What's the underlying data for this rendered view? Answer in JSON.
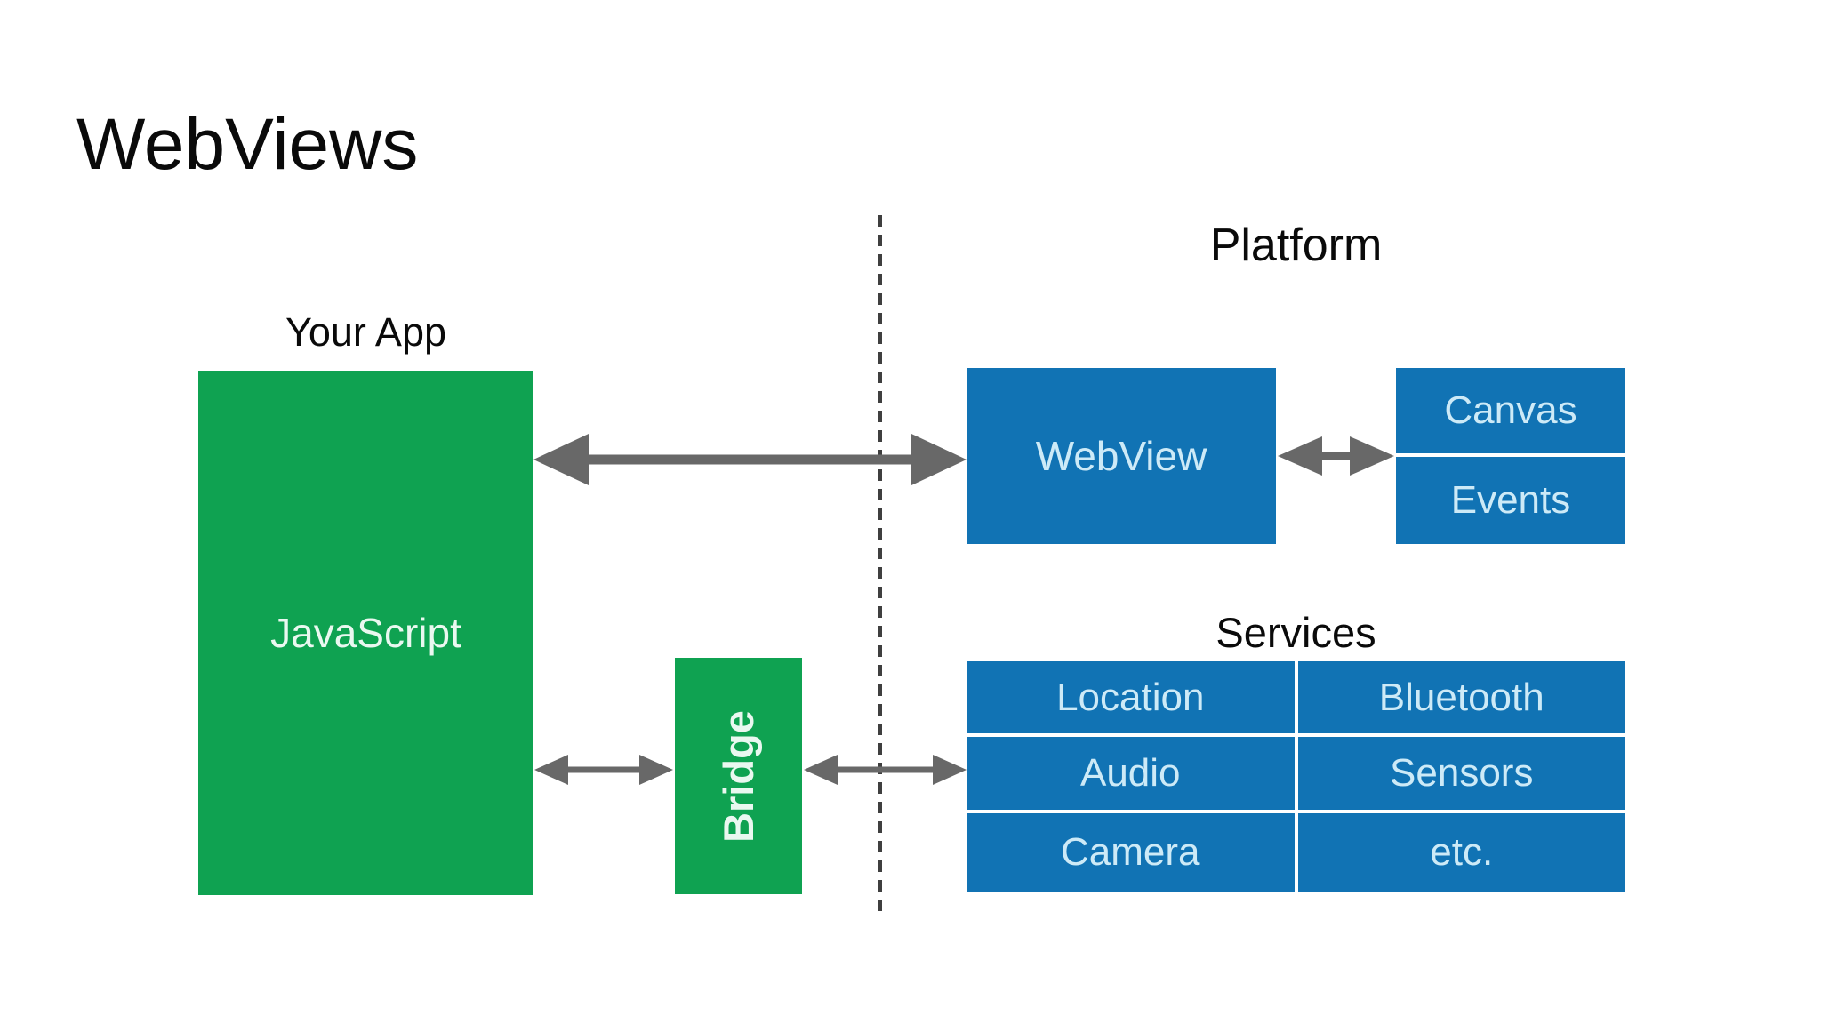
{
  "title": "WebViews",
  "app": {
    "label": "Your App",
    "box_text": "JavaScript",
    "bridge_text": "Bridge"
  },
  "platform": {
    "label": "Platform",
    "webview": "WebView",
    "canvas": "Canvas",
    "events": "Events"
  },
  "services": {
    "label": "Services",
    "rows": [
      [
        "Location",
        "Bluetooth"
      ],
      [
        "Audio",
        "Sensors"
      ],
      [
        "Camera",
        "etc."
      ]
    ]
  },
  "colors": {
    "green": "#0fa251",
    "blue": "#1173b4",
    "green-text": "#eaf8f0",
    "blue-text": "#cdeaf7",
    "arrow": "#686868",
    "dash": "#3f3f3f",
    "heading": "#0a0a0a",
    "bg": "#ffffff"
  }
}
